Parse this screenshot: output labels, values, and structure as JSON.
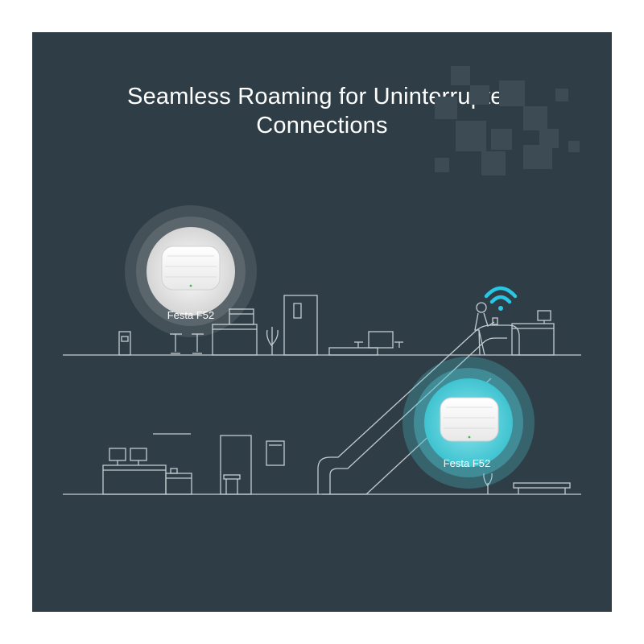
{
  "title": {
    "line1": "Seamless Roaming for Uninterrupted",
    "line2": "Connections"
  },
  "access_points": [
    {
      "label": "Festa F52",
      "state": "inactive",
      "color": "#e6e6e6"
    },
    {
      "label": "Festa F52",
      "state": "active",
      "color": "#6dd3de"
    }
  ],
  "colors": {
    "background": "#2f3e46",
    "line_art": "#c3ccd1",
    "wifi_signal": "#29c7e6",
    "active_glow": "#4fc7d4"
  },
  "icons": [
    "wifi-signal-icon",
    "person-icon",
    "escalator-icon",
    "access-point-icon"
  ]
}
